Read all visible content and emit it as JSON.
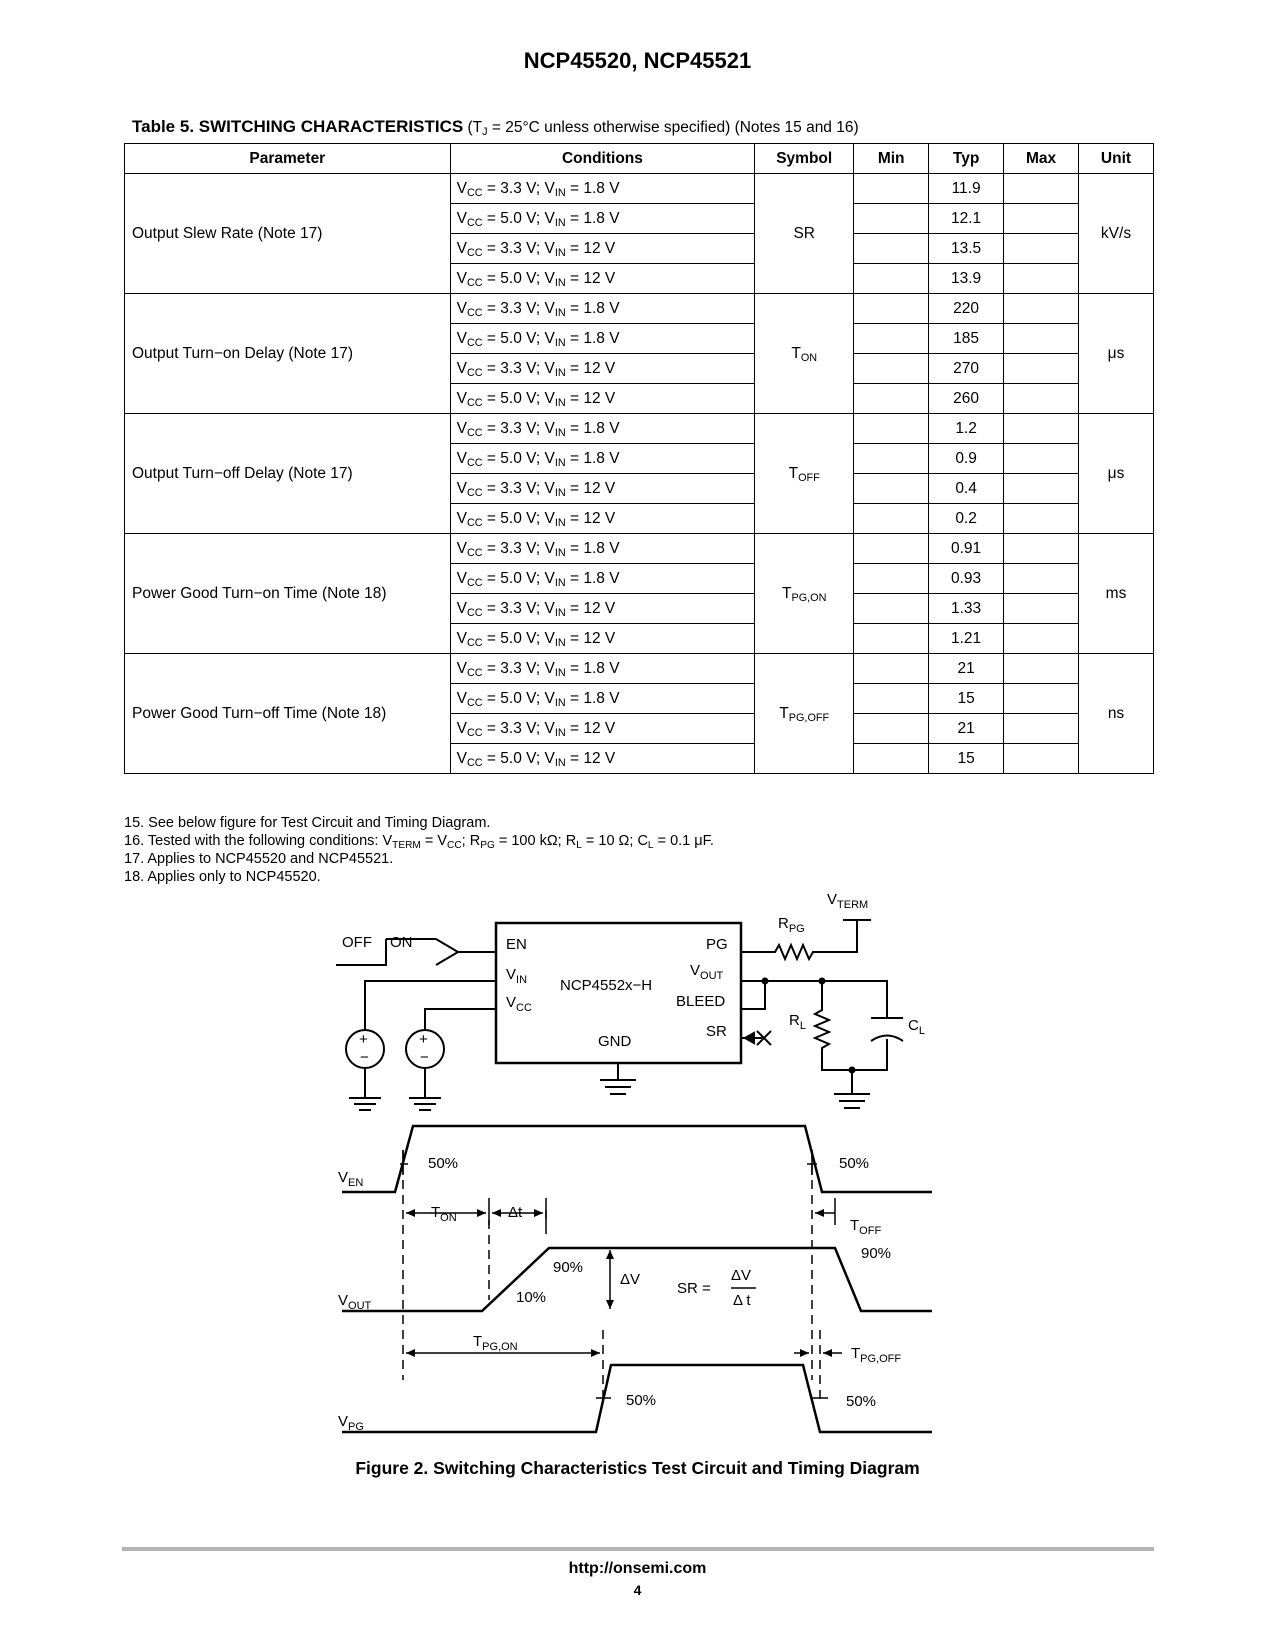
{
  "header": {
    "title": "NCP45520, NCP45521"
  },
  "table": {
    "caption_bold": "Table 5. SWITCHING CHARACTERISTICS",
    "caption_rest_a": " (T",
    "caption_rest_sub": "J",
    "caption_rest_b": " = 25°C unless otherwise specified) (Notes 15 and 16)",
    "headers": [
      "Parameter",
      "Conditions",
      "Symbol",
      "Min",
      "Typ",
      "Max",
      "Unit"
    ],
    "cond_vcc": "V",
    "cond_vcc_sub": "CC",
    "cond_vin": "V",
    "cond_vin_sub": "IN",
    "conditions": [
      {
        "vcc": " = 3.3 V; ",
        "vin": " = 1.8 V"
      },
      {
        "vcc": " = 5.0 V; ",
        "vin": " = 1.8 V"
      },
      {
        "vcc": " = 3.3 V; ",
        "vin": " = 12 V"
      },
      {
        "vcc": " = 5.0 V; ",
        "vin": " = 12 V"
      }
    ],
    "groups": [
      {
        "parameter": "Output Slew Rate (Note 17)",
        "symbol": "SR",
        "symbol_sub": "",
        "typ": [
          "11.9",
          "12.1",
          "13.5",
          "13.9"
        ],
        "unit": "kV/s"
      },
      {
        "parameter": "Output Turn−on Delay (Note 17)",
        "symbol": "T",
        "symbol_sub": "ON",
        "typ": [
          "220",
          "185",
          "270",
          "260"
        ],
        "unit": "μs"
      },
      {
        "parameter": "Output Turn−off Delay (Note 17)",
        "symbol": "T",
        "symbol_sub": "OFF",
        "typ": [
          "1.2",
          "0.9",
          "0.4",
          "0.2"
        ],
        "unit": "μs"
      },
      {
        "parameter": "Power Good Turn−on Time (Note 18)",
        "symbol": "T",
        "symbol_sub": "PG,ON",
        "typ": [
          "0.91",
          "0.93",
          "1.33",
          "1.21"
        ],
        "unit": "ms"
      },
      {
        "parameter": "Power Good Turn−off Time (Note 18)",
        "symbol": "T",
        "symbol_sub": "PG,OFF",
        "typ": [
          "21",
          "15",
          "21",
          "15"
        ],
        "unit": "ns"
      }
    ]
  },
  "notes": {
    "n15": "15. See below figure for Test Circuit and Timing Diagram.",
    "n16_parts": [
      "16. Tested with the following conditions: V",
      "TERM",
      " = V",
      "CC",
      "; R",
      "PG",
      " = 100 kΩ; R",
      "L",
      " = 10 Ω; C",
      "L",
      " = 0.1 μF."
    ],
    "n17": "17. Applies to NCP45520 and NCP45521.",
    "n18": "18. Applies only to NCP45520."
  },
  "circuit": {
    "switch_off": "OFF",
    "switch_on": "ON",
    "pin_en": "EN",
    "pin_vin": "V",
    "pin_vin_sub": "IN",
    "pin_vcc": "V",
    "pin_vcc_sub": "CC",
    "chip": "NCP4552x−H",
    "pin_gnd": "GND",
    "pin_pg": "PG",
    "pin_vout": "V",
    "pin_vout_sub": "OUT",
    "pin_bleed": "BLEED",
    "pin_sr": "SR",
    "vterm": "V",
    "vterm_sub": "TERM",
    "rpg": "R",
    "rpg_sub": "PG",
    "rl": "R",
    "rl_sub": "L",
    "cl": "C",
    "cl_sub": "L",
    "plus": "+",
    "minus": "−"
  },
  "timing": {
    "ven": "V",
    "ven_sub": "EN",
    "vout": "V",
    "vout_sub": "OUT",
    "vpg": "V",
    "vpg_sub": "PG",
    "pct50": "50%",
    "pct90": "90%",
    "pct10": "10%",
    "ton": "T",
    "ton_sub": "ON",
    "toff": "T",
    "toff_sub": "OFF",
    "tpgon": "T",
    "tpgon_sub": "PG,ON",
    "tpgoff": "T",
    "tpgoff_sub": "PG,OFF",
    "dt": "Δt",
    "dv": "ΔV",
    "sr_eq": "SR =",
    "sr_num": "ΔV",
    "sr_den": "Δ t"
  },
  "figure": {
    "caption": "Figure 2. Switching Characteristics Test Circuit and Timing Diagram"
  },
  "footer": {
    "url": "http://onsemi.com",
    "page": "4"
  }
}
